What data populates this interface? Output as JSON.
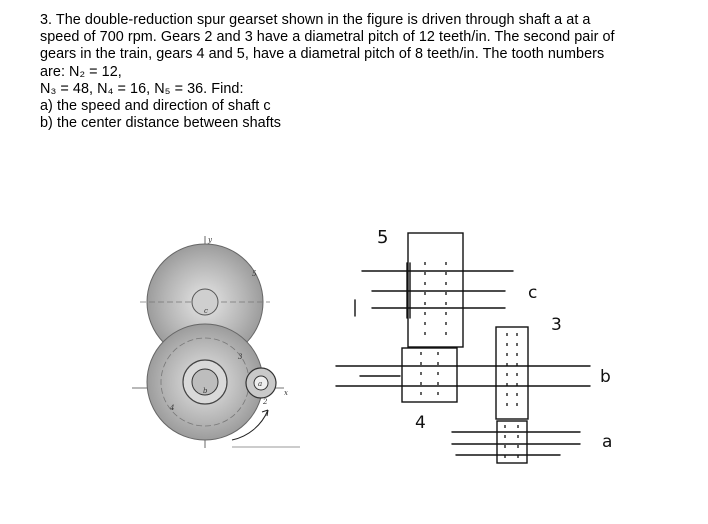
{
  "problem": {
    "lines": [
      "3.  The double-reduction spur gearset shown in the figure is driven through shaft a at a",
      "speed of 700 rpm.  Gears 2 and 3 have a diametral pitch of 12 teeth/in.  The second pair of",
      "gears in the train, gears 4 and 5, have a diametral pitch of 8 teeth/in.  The tooth numbers",
      "are:  N₂ = 12,",
      "N₃ = 48, N₄ = 16, N₅ = 36.  Find:",
      "a) the speed and direction of shaft c",
      "b) the center distance between shafts"
    ]
  },
  "figure_left": {
    "labels": {
      "y_axis": "y",
      "x_axis": "x",
      "gear_5": "5",
      "gear_3": "3",
      "gear_4": "4",
      "gear_2": "2",
      "shaft_c": "c",
      "shaft_b": "b",
      "shaft_a": "a"
    }
  },
  "figure_right": {
    "labels": {
      "gear_5": "5",
      "gear_4": "4",
      "gear_3": "3",
      "shaft_c": "c",
      "shaft_b": "b",
      "shaft_a": "a"
    }
  },
  "colors": {
    "gear_fill": "#a9a9a9",
    "gear_light": "#d6d6d6",
    "ink": "#111111"
  }
}
